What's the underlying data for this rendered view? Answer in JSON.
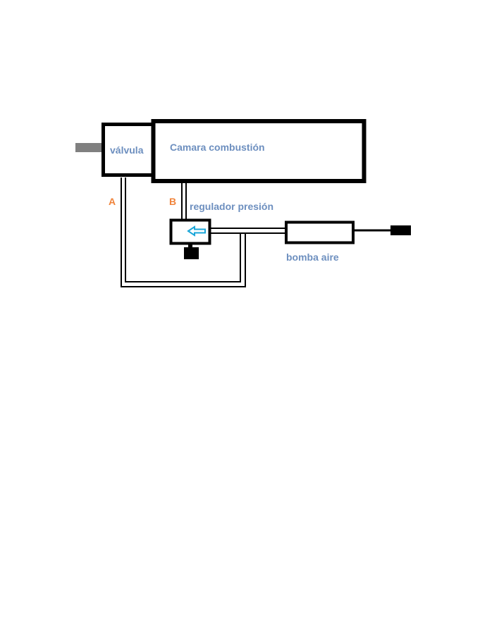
{
  "labels": {
    "valve": "válvula",
    "chamber": "Camara combustión",
    "line_a": "A",
    "line_b": "B",
    "regulator": "regulador presión",
    "pump": "bomba aire"
  },
  "colors": {
    "label_blue": "#6d8fbf",
    "label_orange": "#f0833a",
    "arrow_cyan": "#1aa6d8",
    "stroke": "#000000",
    "nozzle_gray": "#808080"
  },
  "icons": {
    "flow_arrow": "left-arrow-icon"
  }
}
